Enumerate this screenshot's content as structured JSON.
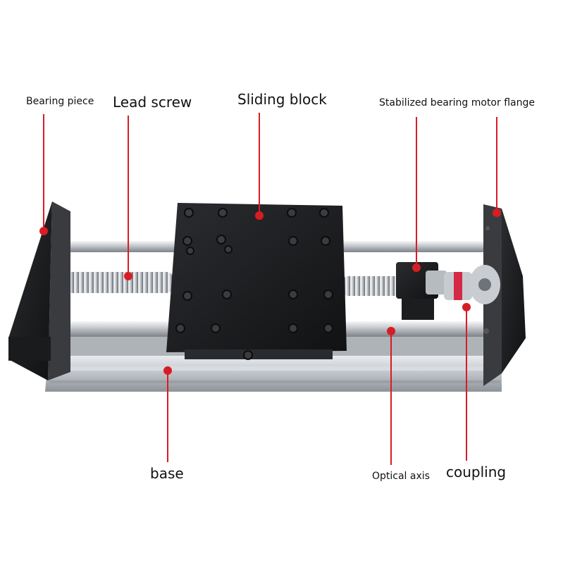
{
  "labels": {
    "bearing_piece": "Bearing piece",
    "lead_screw": "Lead screw",
    "sliding_block": "Sliding block",
    "motor_flange": "Stabilized bearing motor flange",
    "base": "base",
    "optical_axis": "Optical axis",
    "coupling": "coupling"
  },
  "colors": {
    "leader": "#d81c24",
    "aluminum": "#c9ccd0",
    "anodized_black": "#1d1e20",
    "text": "#111111"
  }
}
